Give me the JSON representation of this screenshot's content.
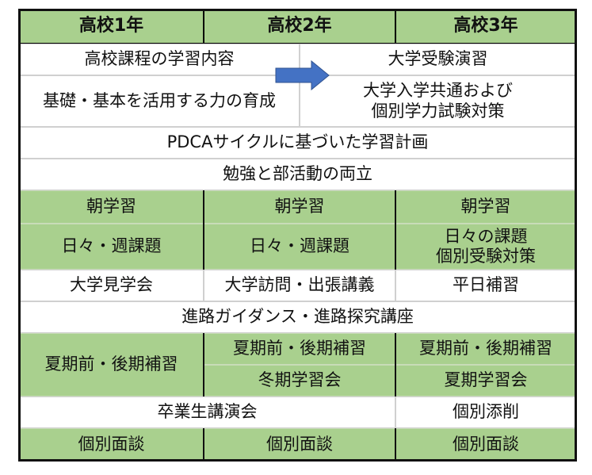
{
  "header": [
    "高校1年",
    "高校2年",
    "高校3年"
  ],
  "row1": {
    "left": "高校課程の学習内容",
    "right": "大学受験演習"
  },
  "row2": {
    "left": "基礎・基本を活用する力の育成",
    "right": "大学入学共通および\n個別学力試験対策"
  },
  "pdca": "PDCAサイクルに基づいた学習計画",
  "club": "勉強と部活動の両立",
  "morning": [
    "朝学習",
    "朝学習",
    "朝学習"
  ],
  "tasks": [
    "日々・週課題",
    "日々・週課題",
    "日々の課題\n個別受験対策"
  ],
  "visits": [
    "大学見学会",
    "大学訪問・出張講義",
    "平日補習"
  ],
  "guidance": "進路ガイダンス・進路探究講座",
  "supplementary": {
    "y1": "夏期前・後期補習",
    "y2_top": "夏期前・後期補習",
    "y2_bottom": "冬期学習会",
    "y3_top": "夏期前・後期補習",
    "y3_bottom": "夏期学習会"
  },
  "lecture": {
    "left": "卒業生講演会",
    "right": "個別添削"
  },
  "interview": [
    "個別面談",
    "個別面談",
    "個別面談"
  ],
  "colors": {
    "green": "#a9d08e",
    "arrow": "#4472c4"
  }
}
